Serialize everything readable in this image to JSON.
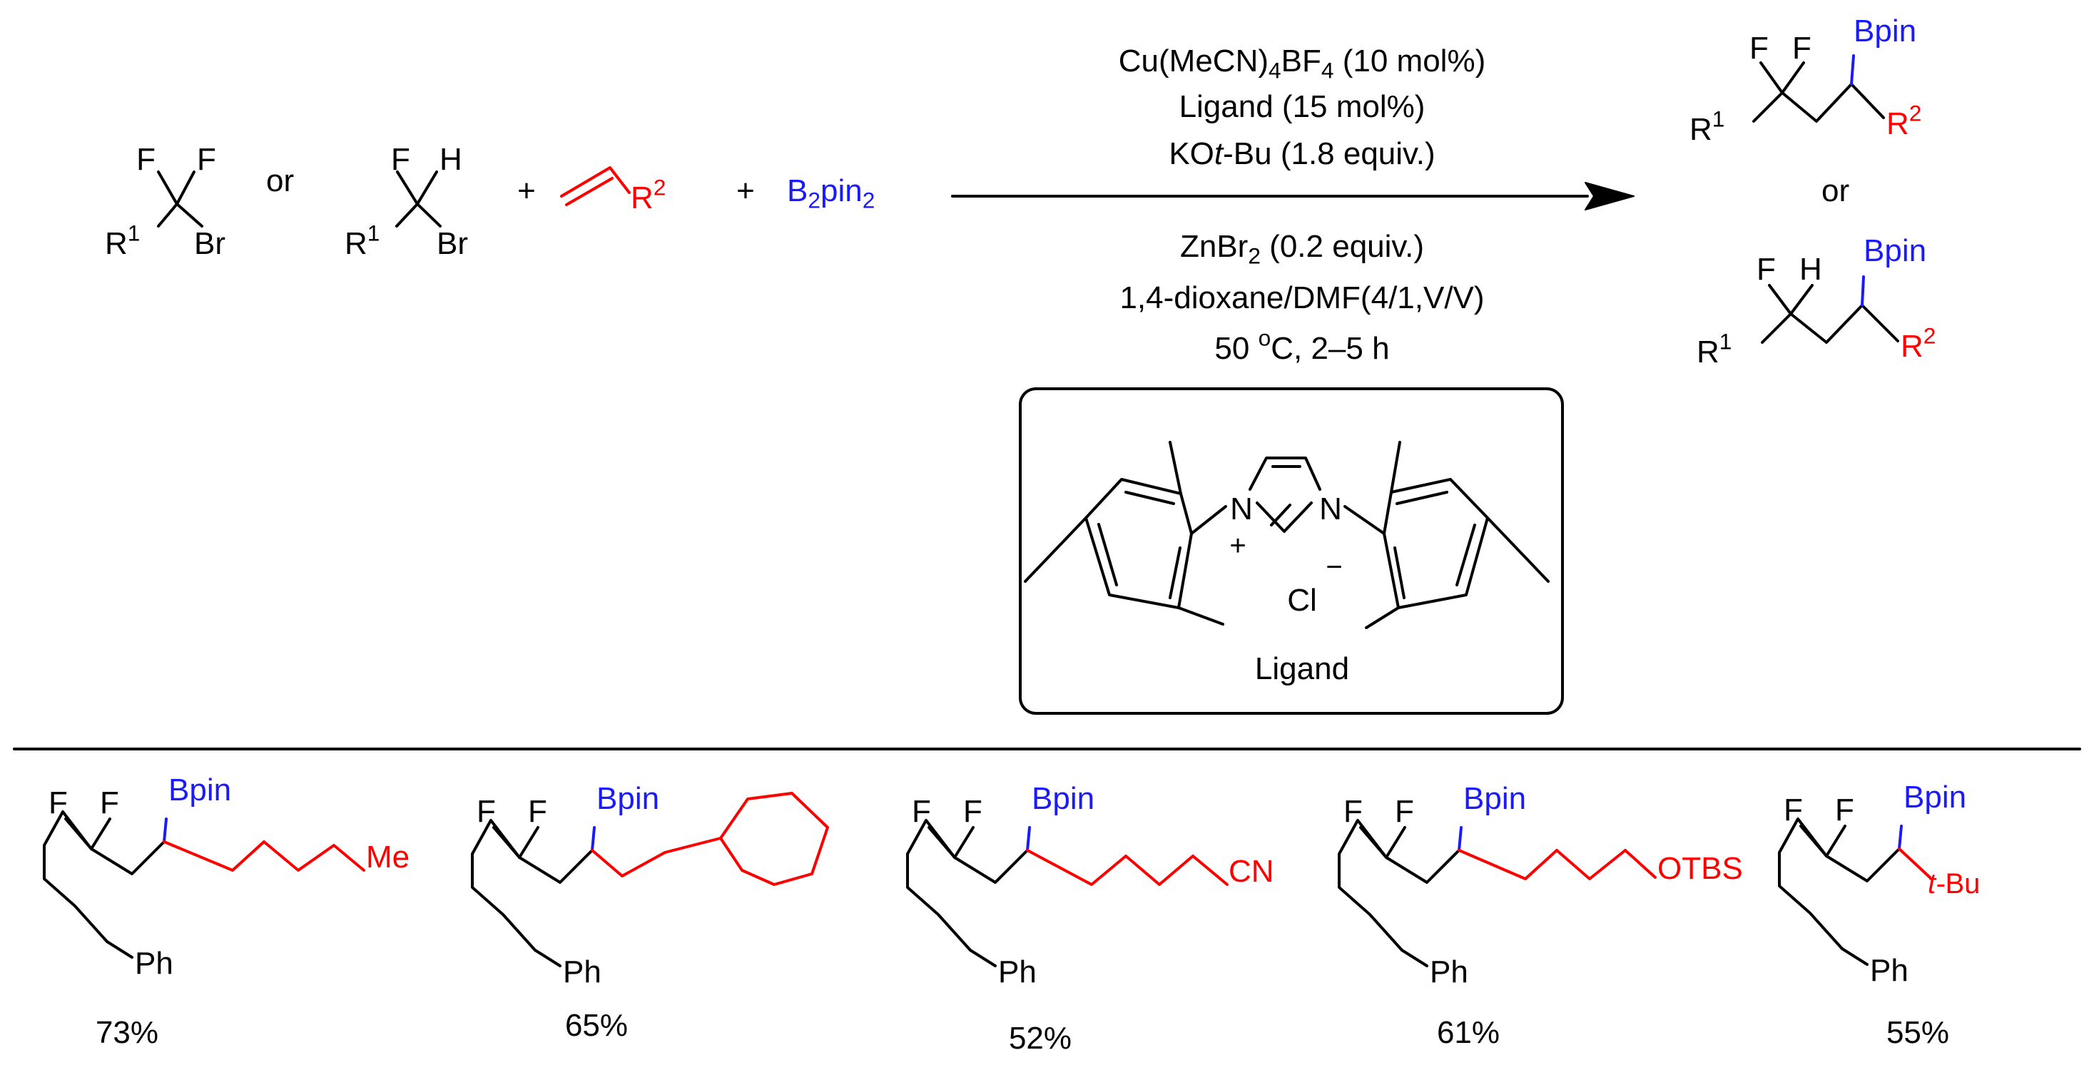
{
  "colors": {
    "black": "#000000",
    "blue": "#1a1aff",
    "red": "#ff0000"
  },
  "text": {
    "F": "F",
    "H": "H",
    "Br": "Br",
    "R": "R",
    "Bpin": "Bpin",
    "or": "or",
    "plus": "+",
    "B": "B",
    "pin": "pin",
    "sup1": "1",
    "sup2": "2",
    "sub2": "2",
    "sub4": "4",
    "N": "N",
    "Cl": "Cl",
    "minus": "−",
    "Ph": "Ph",
    "Me": "Me",
    "CN": "CN",
    "OTBS": "OTBS",
    "Bu": "Bu",
    "tprefix": "t-"
  },
  "conditions": {
    "cat_a": "Cu(MeCN)",
    "cat_b": "BF",
    "cat_c": " (10 mol%)",
    "ligand": "Ligand (15 mol%)",
    "base_a": "KO",
    "base_b": "t",
    "base_c": "-Bu (1.8 equiv.)",
    "zn_a": "ZnBr",
    "zn_b": " (0.2 equiv.)",
    "solvent_a": "1,4-dioxane/DMF(",
    "solvent_b": "4",
    "solvent_c": "/1,V/V)",
    "temp_a": "50 ",
    "temp_b": "o",
    "temp_c": "C, 2–5 h",
    "ligand_label": "Ligand"
  },
  "yields": [
    "73%",
    "65%",
    "52%",
    "61%",
    "55%"
  ]
}
